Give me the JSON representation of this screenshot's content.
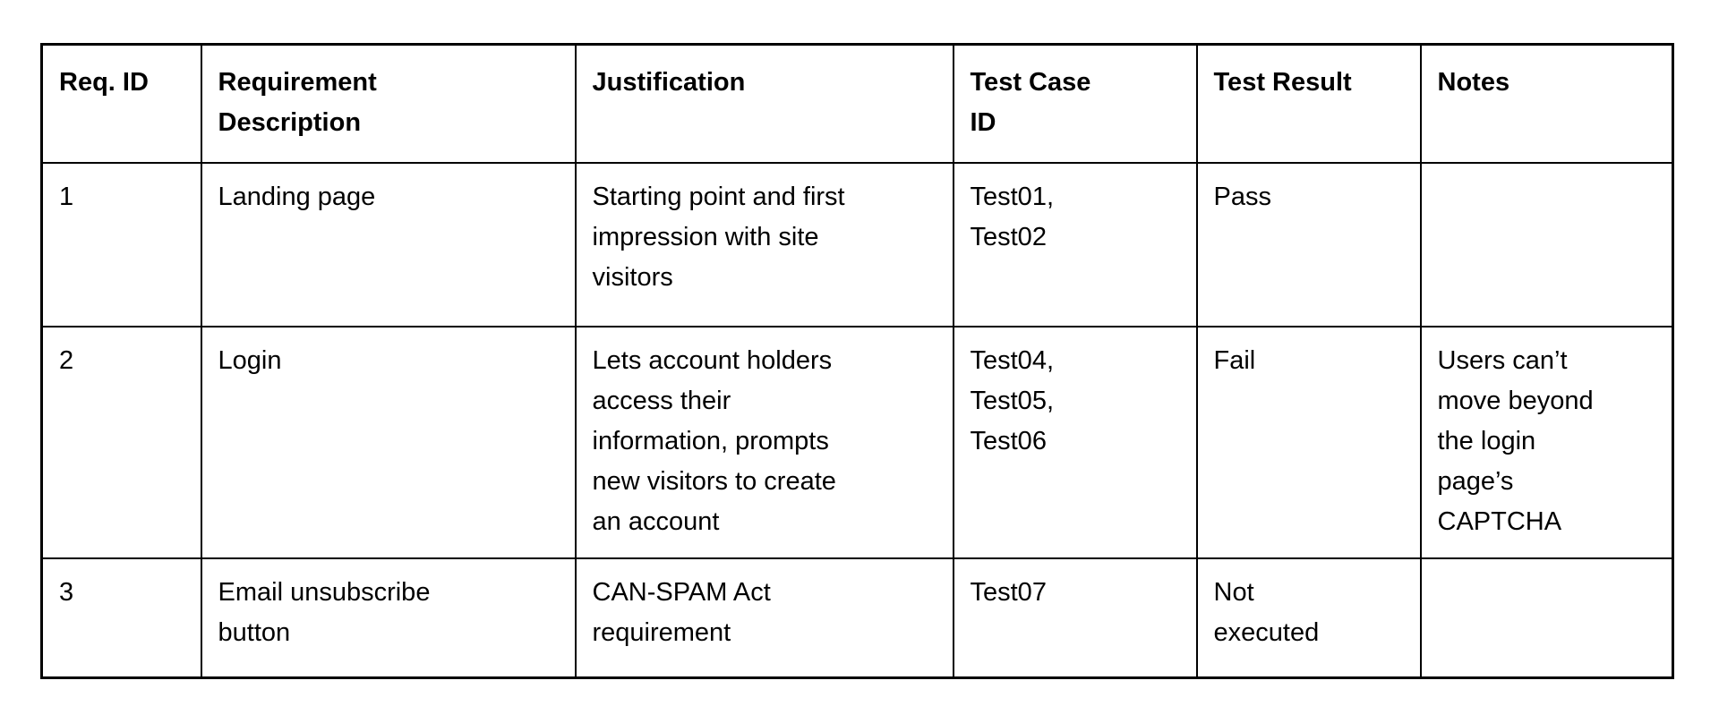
{
  "colors": {
    "page_background": "#ffffff",
    "table_border": "#000000",
    "text": "#000000"
  },
  "table": {
    "headers": {
      "req_id": "Req. ID",
      "requirement_description": "Requirement\nDescription",
      "justification": "Justification",
      "test_case_id": "Test Case\nID",
      "test_result": "Test Result",
      "notes": "Notes"
    },
    "rows": [
      {
        "req_id": "1",
        "requirement_description": "Landing page",
        "justification": "Starting point and first\nimpression with site\nvisitors",
        "test_case_id": "Test01,\nTest02",
        "test_result": "Pass",
        "notes": ""
      },
      {
        "req_id": "2",
        "requirement_description": "Login",
        "justification": "Lets account holders\naccess their\ninformation, prompts\nnew visitors to create\nan account",
        "test_case_id": "Test04,\nTest05,\nTest06",
        "test_result": "Fail",
        "notes": "Users can’t\nmove beyond\nthe login\npage’s\nCAPTCHA"
      },
      {
        "req_id": "3",
        "requirement_description": "Email unsubscribe\nbutton",
        "justification": "CAN-SPAM Act\nrequirement",
        "test_case_id": "Test07",
        "test_result": "Not\nexecuted",
        "notes": ""
      }
    ]
  }
}
